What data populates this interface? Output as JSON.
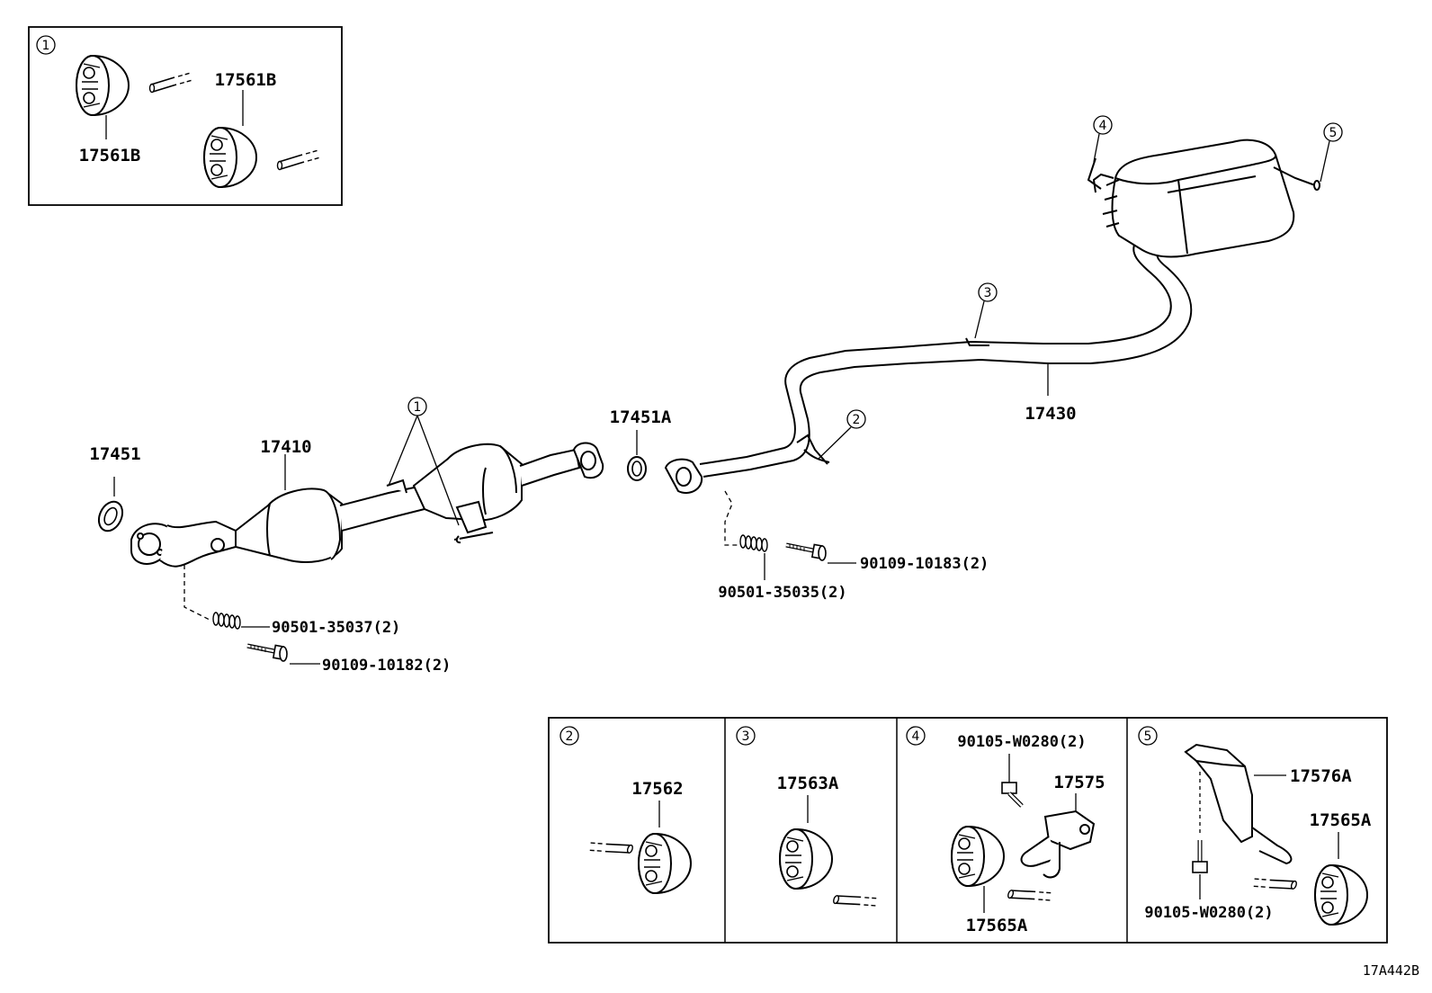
{
  "diagram": {
    "reference_code": "17A442B",
    "main_labels": {
      "p17451": "17451",
      "p17410": "17410",
      "p17451A": "17451A",
      "p17430": "17430",
      "bolt_front": "90109-10182(2)",
      "spring_front": "90501-35037(2)",
      "bolt_mid": "90109-10183(2)",
      "spring_mid": "90501-35035(2)"
    },
    "callouts": {
      "c1": "1",
      "c2": "2",
      "c3": "3",
      "c4": "4",
      "c5": "5"
    },
    "inset1": {
      "marker": "1",
      "label_top": "17561B",
      "label_bottom": "17561B"
    },
    "inset2": {
      "marker": "2",
      "label": "17562"
    },
    "inset3": {
      "marker": "3",
      "label": "17563A"
    },
    "inset4": {
      "marker": "4",
      "bolt_label": "90105-W0280(2)",
      "bracket_label": "17575",
      "hanger_label": "17565A"
    },
    "inset5": {
      "marker": "5",
      "bracket_label": "17576A",
      "hanger_label": "17565A",
      "bolt_label": "90105-W0280(2)"
    }
  }
}
